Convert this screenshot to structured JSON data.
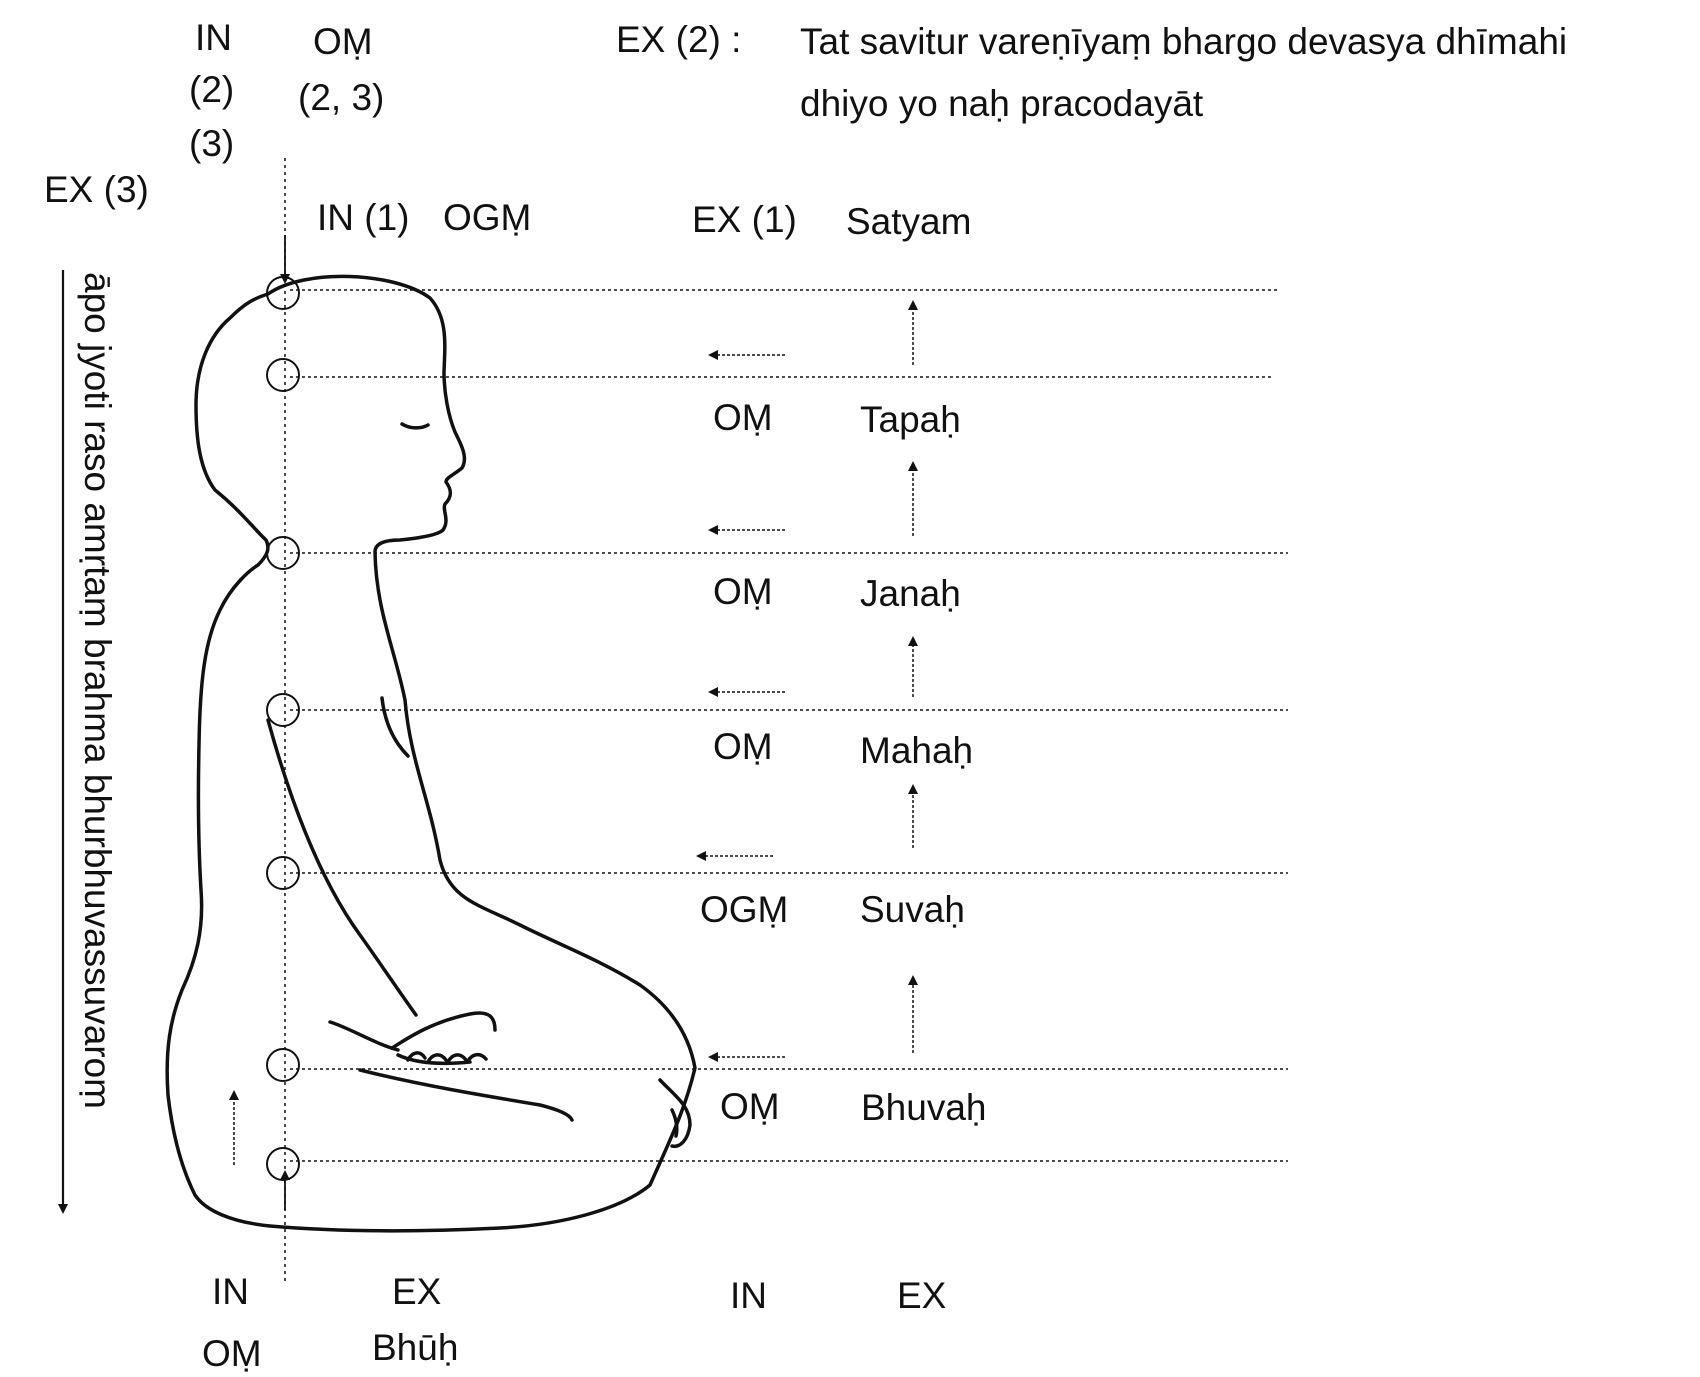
{
  "top": {
    "in_label": "IN",
    "in_num2": "(2)",
    "in_num3": "(3)",
    "om_label": "OṂ",
    "om_nums": "(2, 3)",
    "ex2_label": "EX (2) :",
    "mantra_line1": "Tat savitur vareṇīyaṃ bhargo devasya dhīmahi",
    "mantra_line2": "dhiyo yo naḥ pracodayāt",
    "ex3_label": "EX (3)",
    "in1_label": "IN (1)",
    "ogm_label": "OGṂ",
    "ex1_label": "EX (1)",
    "satyam": "Satyam"
  },
  "vertical_mantra": "āpo jyoti raso amṛtaṃ brahma bhurbhuvassuvaroṃ",
  "levels": [
    {
      "syllable": "OṂ",
      "world": "Tapaḥ"
    },
    {
      "syllable": "OṂ",
      "world": "Janaḥ"
    },
    {
      "syllable": "OṂ",
      "world": "Mahaḥ"
    },
    {
      "syllable": "OGṂ",
      "world": "Suvaḥ"
    },
    {
      "syllable": "OṂ",
      "world": "Bhuvaḥ"
    }
  ],
  "bottom": {
    "in_left": "IN",
    "om_left": "OṂ",
    "ex_mid": "EX",
    "bhuh": "Bhūḥ",
    "in_right": "IN",
    "ex_right": "EX"
  },
  "colors": {
    "ink": "#111111",
    "background": "#ffffff"
  }
}
